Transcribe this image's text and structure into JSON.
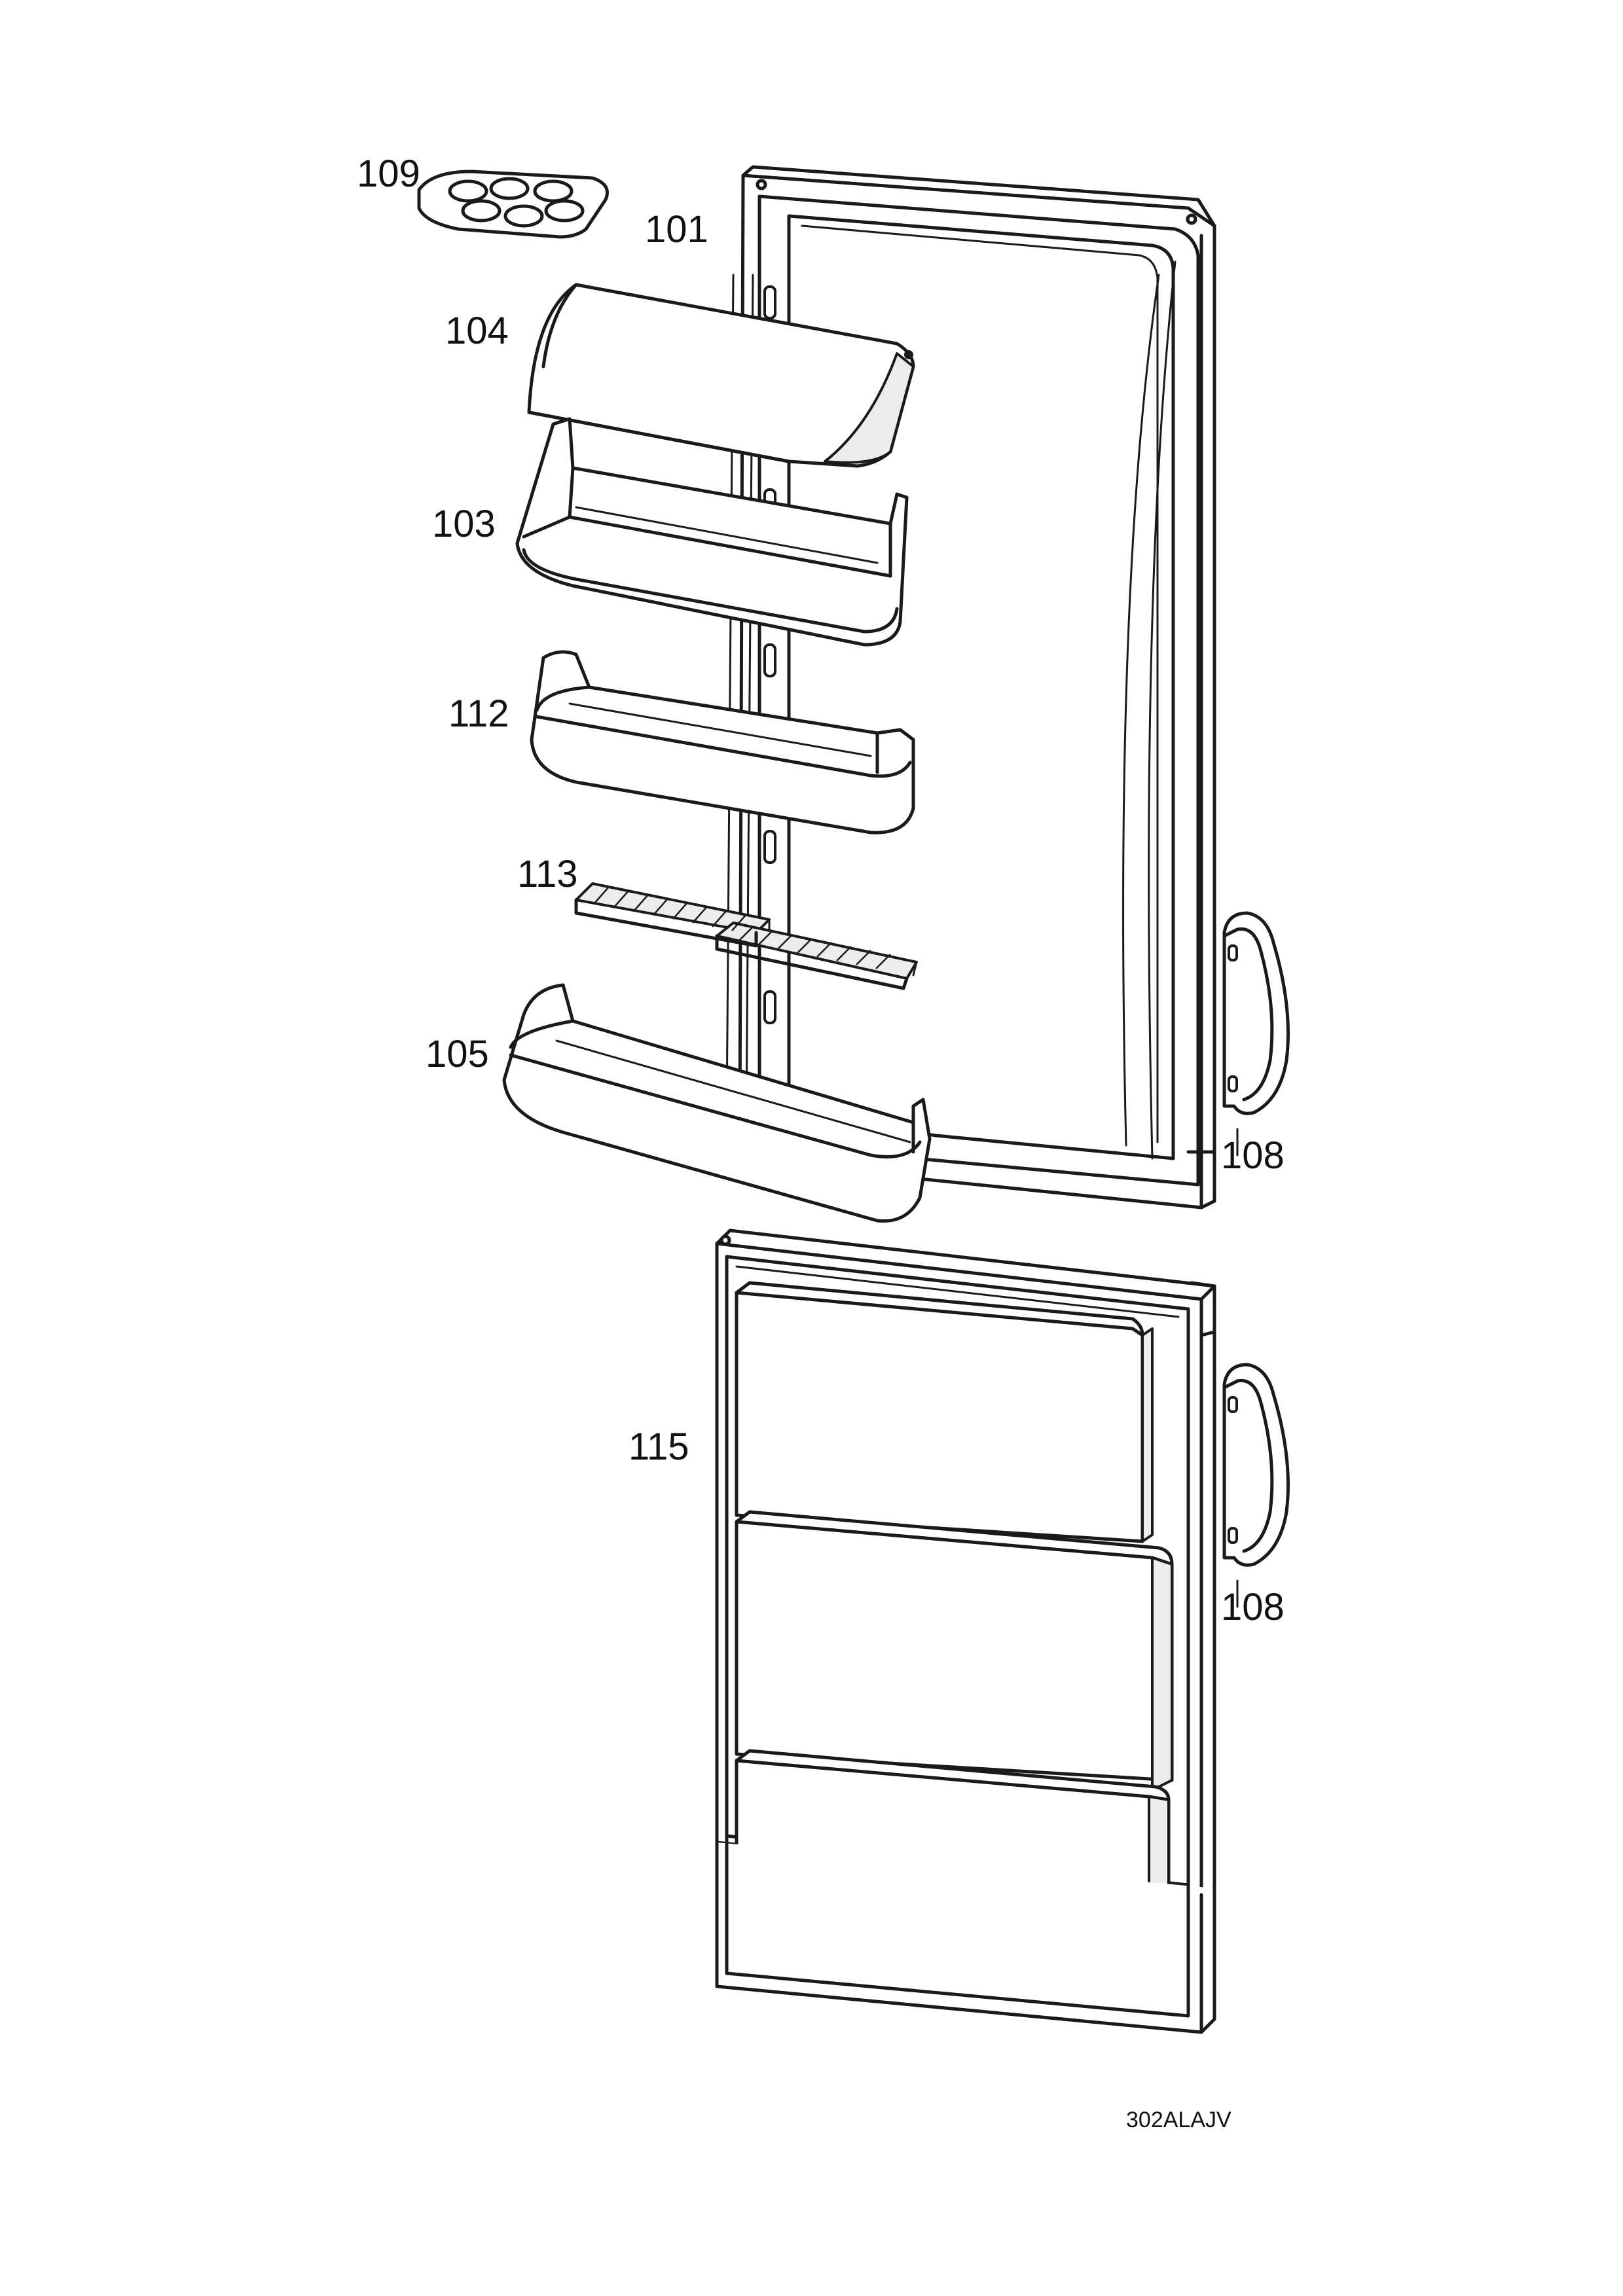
{
  "diagram": {
    "drawing_code": "302ALAJV",
    "part_labels": [
      {
        "id": "109",
        "text": "109"
      },
      {
        "id": "101",
        "text": "101"
      },
      {
        "id": "104",
        "text": "104"
      },
      {
        "id": "103",
        "text": "103"
      },
      {
        "id": "112",
        "text": "112"
      },
      {
        "id": "113",
        "text": "113"
      },
      {
        "id": "105",
        "text": "105"
      },
      {
        "id": "108a",
        "text": "108"
      },
      {
        "id": "115",
        "text": "115"
      },
      {
        "id": "108b",
        "text": "108"
      }
    ]
  }
}
